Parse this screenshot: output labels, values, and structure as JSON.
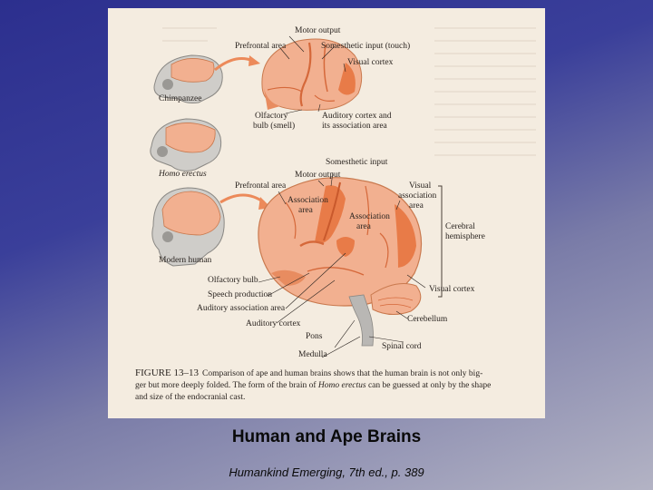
{
  "slide": {
    "title": "Human and Ape Brains",
    "source": "Humankind Emerging, 7th ed., p. 389"
  },
  "figure": {
    "top_labels": {
      "motor_output": "Motor output",
      "prefrontal_area": "Prefrontal area",
      "somesthetic_input": "Somesthetic input (touch)",
      "visual_cortex": "Visual cortex",
      "chimpanzee": "Chimpanzee",
      "olfactory_bulb_1": "Olfactory",
      "olfactory_bulb_2": "bulb (smell)",
      "auditory_1": "Auditory cortex and",
      "auditory_2": "its association area",
      "homo_erectus": "Homo erectus"
    },
    "bottom_labels": {
      "somesthetic_input": "Somesthetic input",
      "motor_output": "Motor output",
      "prefrontal_area": "Prefrontal area",
      "visual_assoc_1": "Visual",
      "visual_assoc_2": "association",
      "visual_assoc_3": "area",
      "association_area_1_a": "Association",
      "association_area_1_b": "area",
      "association_area_2_a": "Association",
      "association_area_2_b": "area",
      "cerebral_1": "Cerebral",
      "cerebral_2": "hemisphere",
      "modern_human": "Modern human",
      "olfactory_bulb": "Olfactory bulb",
      "speech_production": "Speech production",
      "auditory_association_area": "Auditory association area",
      "auditory_cortex": "Auditory cortex",
      "visual_cortex": "Visual cortex",
      "cerebellum": "Cerebellum",
      "pons": "Pons",
      "spinal_cord": "Spinal cord",
      "medulla": "Medulla"
    },
    "caption": {
      "label": "FIGURE 13–13",
      "line1": "Comparison of ape and human brains shows that the human brain is not only big-",
      "line2_a": "ger but more deeply folded. The form of the brain of ",
      "line2_italic": "Homo erectus",
      "line2_b": " can be guessed at only by the shape",
      "line3": "and size of the endocranial cast."
    },
    "colors": {
      "paper": "#f4ece0",
      "brain": "#f2b090",
      "brain_dark": "#e8956c",
      "region": "#e87b48",
      "arrow": "#ec8a5a",
      "skull": "#c8c6c2"
    }
  }
}
